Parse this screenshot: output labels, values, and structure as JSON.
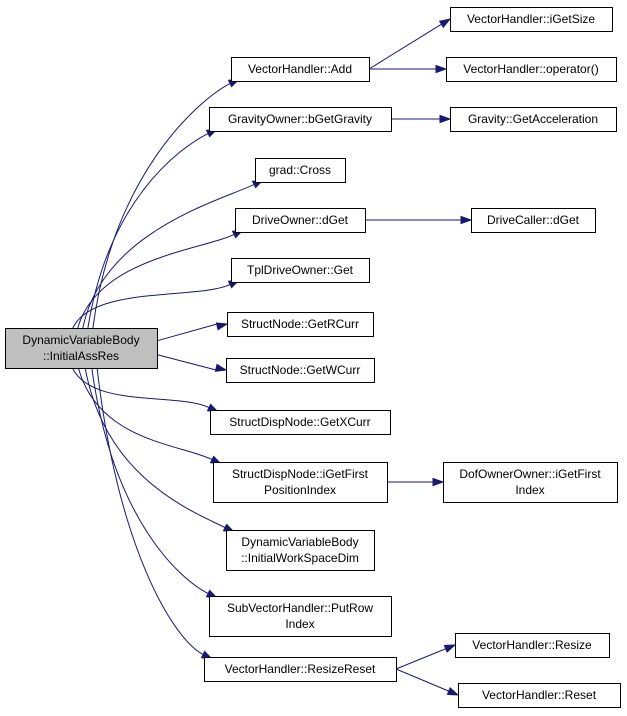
{
  "graph": {
    "colors": {
      "edge": "#191970",
      "root_fill": "#bfbfbf",
      "node_fill": "#ffffff",
      "border": "#000000"
    },
    "nodes": {
      "root": [
        "DynamicVariableBody",
        "::InitialAssRes"
      ],
      "vh_add": [
        "VectorHandler::Add"
      ],
      "vh_igetsize": [
        "VectorHandler::iGetSize"
      ],
      "vh_operator": [
        "VectorHandler::operator()"
      ],
      "gravityowner": [
        "GravityOwner::bGetGravity"
      ],
      "gravity": [
        "Gravity::GetAcceleration"
      ],
      "grad_cross": [
        "grad::Cross"
      ],
      "driveowner": [
        "DriveOwner::dGet"
      ],
      "drivecaller": [
        "DriveCaller::dGet"
      ],
      "tpldriveowner": [
        "TplDriveOwner::Get"
      ],
      "structnode_r": [
        "StructNode::GetRCurr"
      ],
      "structnode_w": [
        "StructNode::GetWCurr"
      ],
      "structdisp_x": [
        "StructDispNode::GetXCurr"
      ],
      "structdisp_first": [
        "StructDispNode::iGetFirst",
        "PositionIndex"
      ],
      "dofowner": [
        "DofOwnerOwner::iGetFirst",
        "Index"
      ],
      "dvb_workspace": [
        "DynamicVariableBody",
        "::InitialWorkSpaceDim"
      ],
      "subvh_putrow": [
        "SubVectorHandler::PutRow",
        "Index"
      ],
      "vh_resizereset": [
        "VectorHandler::ResizeReset"
      ],
      "vh_resize": [
        "VectorHandler::Resize"
      ],
      "vh_reset": [
        "VectorHandler::Reset"
      ]
    },
    "edges": [
      [
        "root",
        "vh_add"
      ],
      [
        "root",
        "gravityowner"
      ],
      [
        "root",
        "grad_cross"
      ],
      [
        "root",
        "driveowner"
      ],
      [
        "root",
        "tpldriveowner"
      ],
      [
        "root",
        "structnode_r"
      ],
      [
        "root",
        "structnode_w"
      ],
      [
        "root",
        "structdisp_x"
      ],
      [
        "root",
        "structdisp_first"
      ],
      [
        "root",
        "dvb_workspace"
      ],
      [
        "root",
        "subvh_putrow"
      ],
      [
        "root",
        "vh_resizereset"
      ],
      [
        "vh_add",
        "vh_igetsize"
      ],
      [
        "vh_add",
        "vh_operator"
      ],
      [
        "gravityowner",
        "gravity"
      ],
      [
        "driveowner",
        "drivecaller"
      ],
      [
        "structdisp_first",
        "dofowner"
      ],
      [
        "vh_resizereset",
        "vh_resize"
      ],
      [
        "vh_resizereset",
        "vh_reset"
      ]
    ]
  }
}
